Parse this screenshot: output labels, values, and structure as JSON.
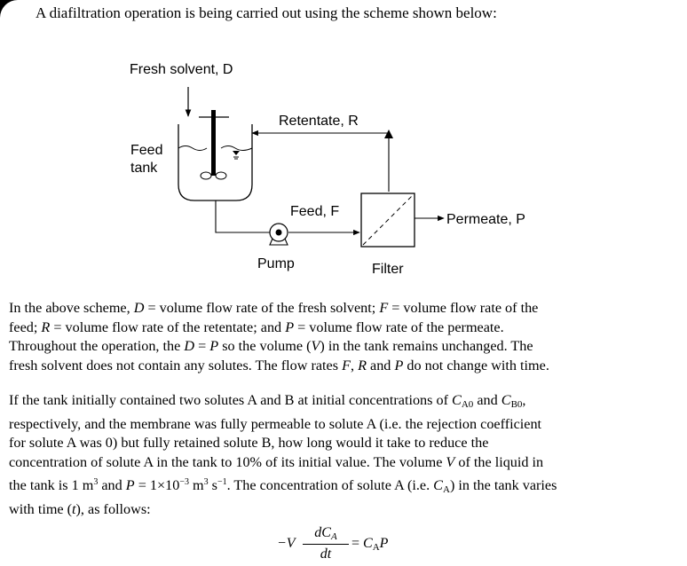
{
  "intro": "A diafiltration operation is being carried out using the scheme shown below:",
  "diagram": {
    "labels": {
      "fresh_solvent": "Fresh solvent, D",
      "retentate": "Retentate, R",
      "feed_tank_line1": "Feed",
      "feed_tank_line2": "tank",
      "feed_stream": "Feed, F",
      "permeate": "Permeate, P",
      "pump": "Pump",
      "filter": "Filter"
    }
  },
  "paragraph1": {
    "lines": [
      "In the above scheme, D = volume flow rate of the fresh solvent; F = volume flow rate of the",
      "feed; R = volume flow rate of the retentate; and P = volume flow rate of the permeate.",
      "Throughout the operation, the D = P so the volume (V) in the tank remains unchanged. The",
      "fresh solvent does not contain any solutes. The flow rates F, R and P do not change with time."
    ]
  },
  "paragraph2": {
    "lines": [
      "If the tank initially contained two solutes A and B at initial concentrations of CA0 and CB0,",
      "respectively, and the membrane was fully permeable to solute A (i.e. the rejection coefficient",
      "for solute A was 0) but fully retained solute B, how long would it take to reduce the",
      "concentration of solute A in the tank to 10% of its initial value. The volume V of the liquid in",
      "the tank is 1 m3 and P = 1×10−3 m3 s−1. The concentration of solute A (i.e. CA) in the tank varies",
      "with time (t), as follows:"
    ]
  },
  "equation": {
    "lhs": "−V",
    "numerator": "dCA",
    "denominator": "dt",
    "rhs": "= CAP"
  }
}
